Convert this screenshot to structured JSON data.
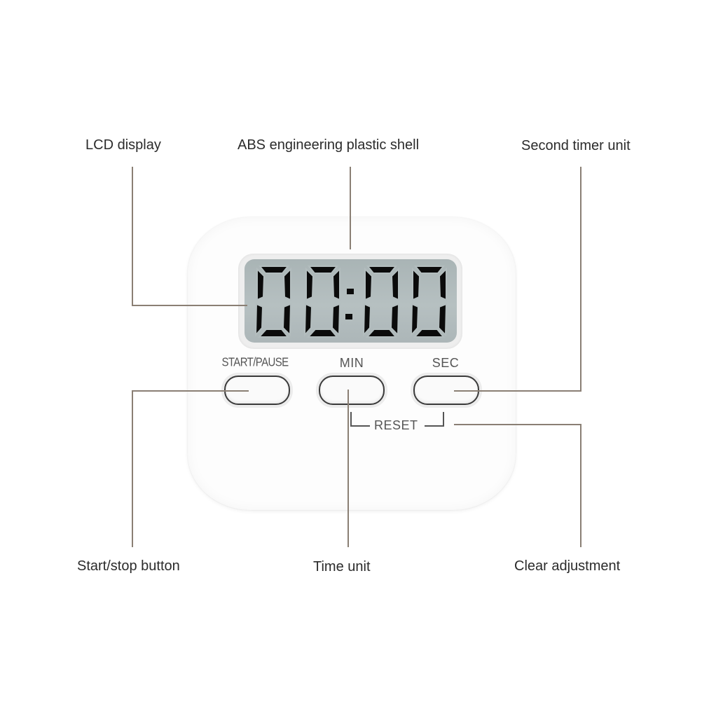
{
  "callouts": {
    "lcd_display": "LCD display",
    "abs_shell": "ABS engineering plastic shell",
    "second_timer_unit": "Second timer unit",
    "start_stop_button": "Start/stop button",
    "time_unit": "Time unit",
    "clear_adjustment": "Clear adjustment"
  },
  "device": {
    "display_value": "00:00",
    "buttons": {
      "start_pause": "START/PAUSE",
      "min": "MIN",
      "sec": "SEC"
    },
    "reset_label": "RESET"
  },
  "colors": {
    "leader_line": "#8a7f74",
    "lcd_background": "#b3bdbe",
    "segment": "#0b0b0b",
    "body": "#fdfdfd"
  }
}
